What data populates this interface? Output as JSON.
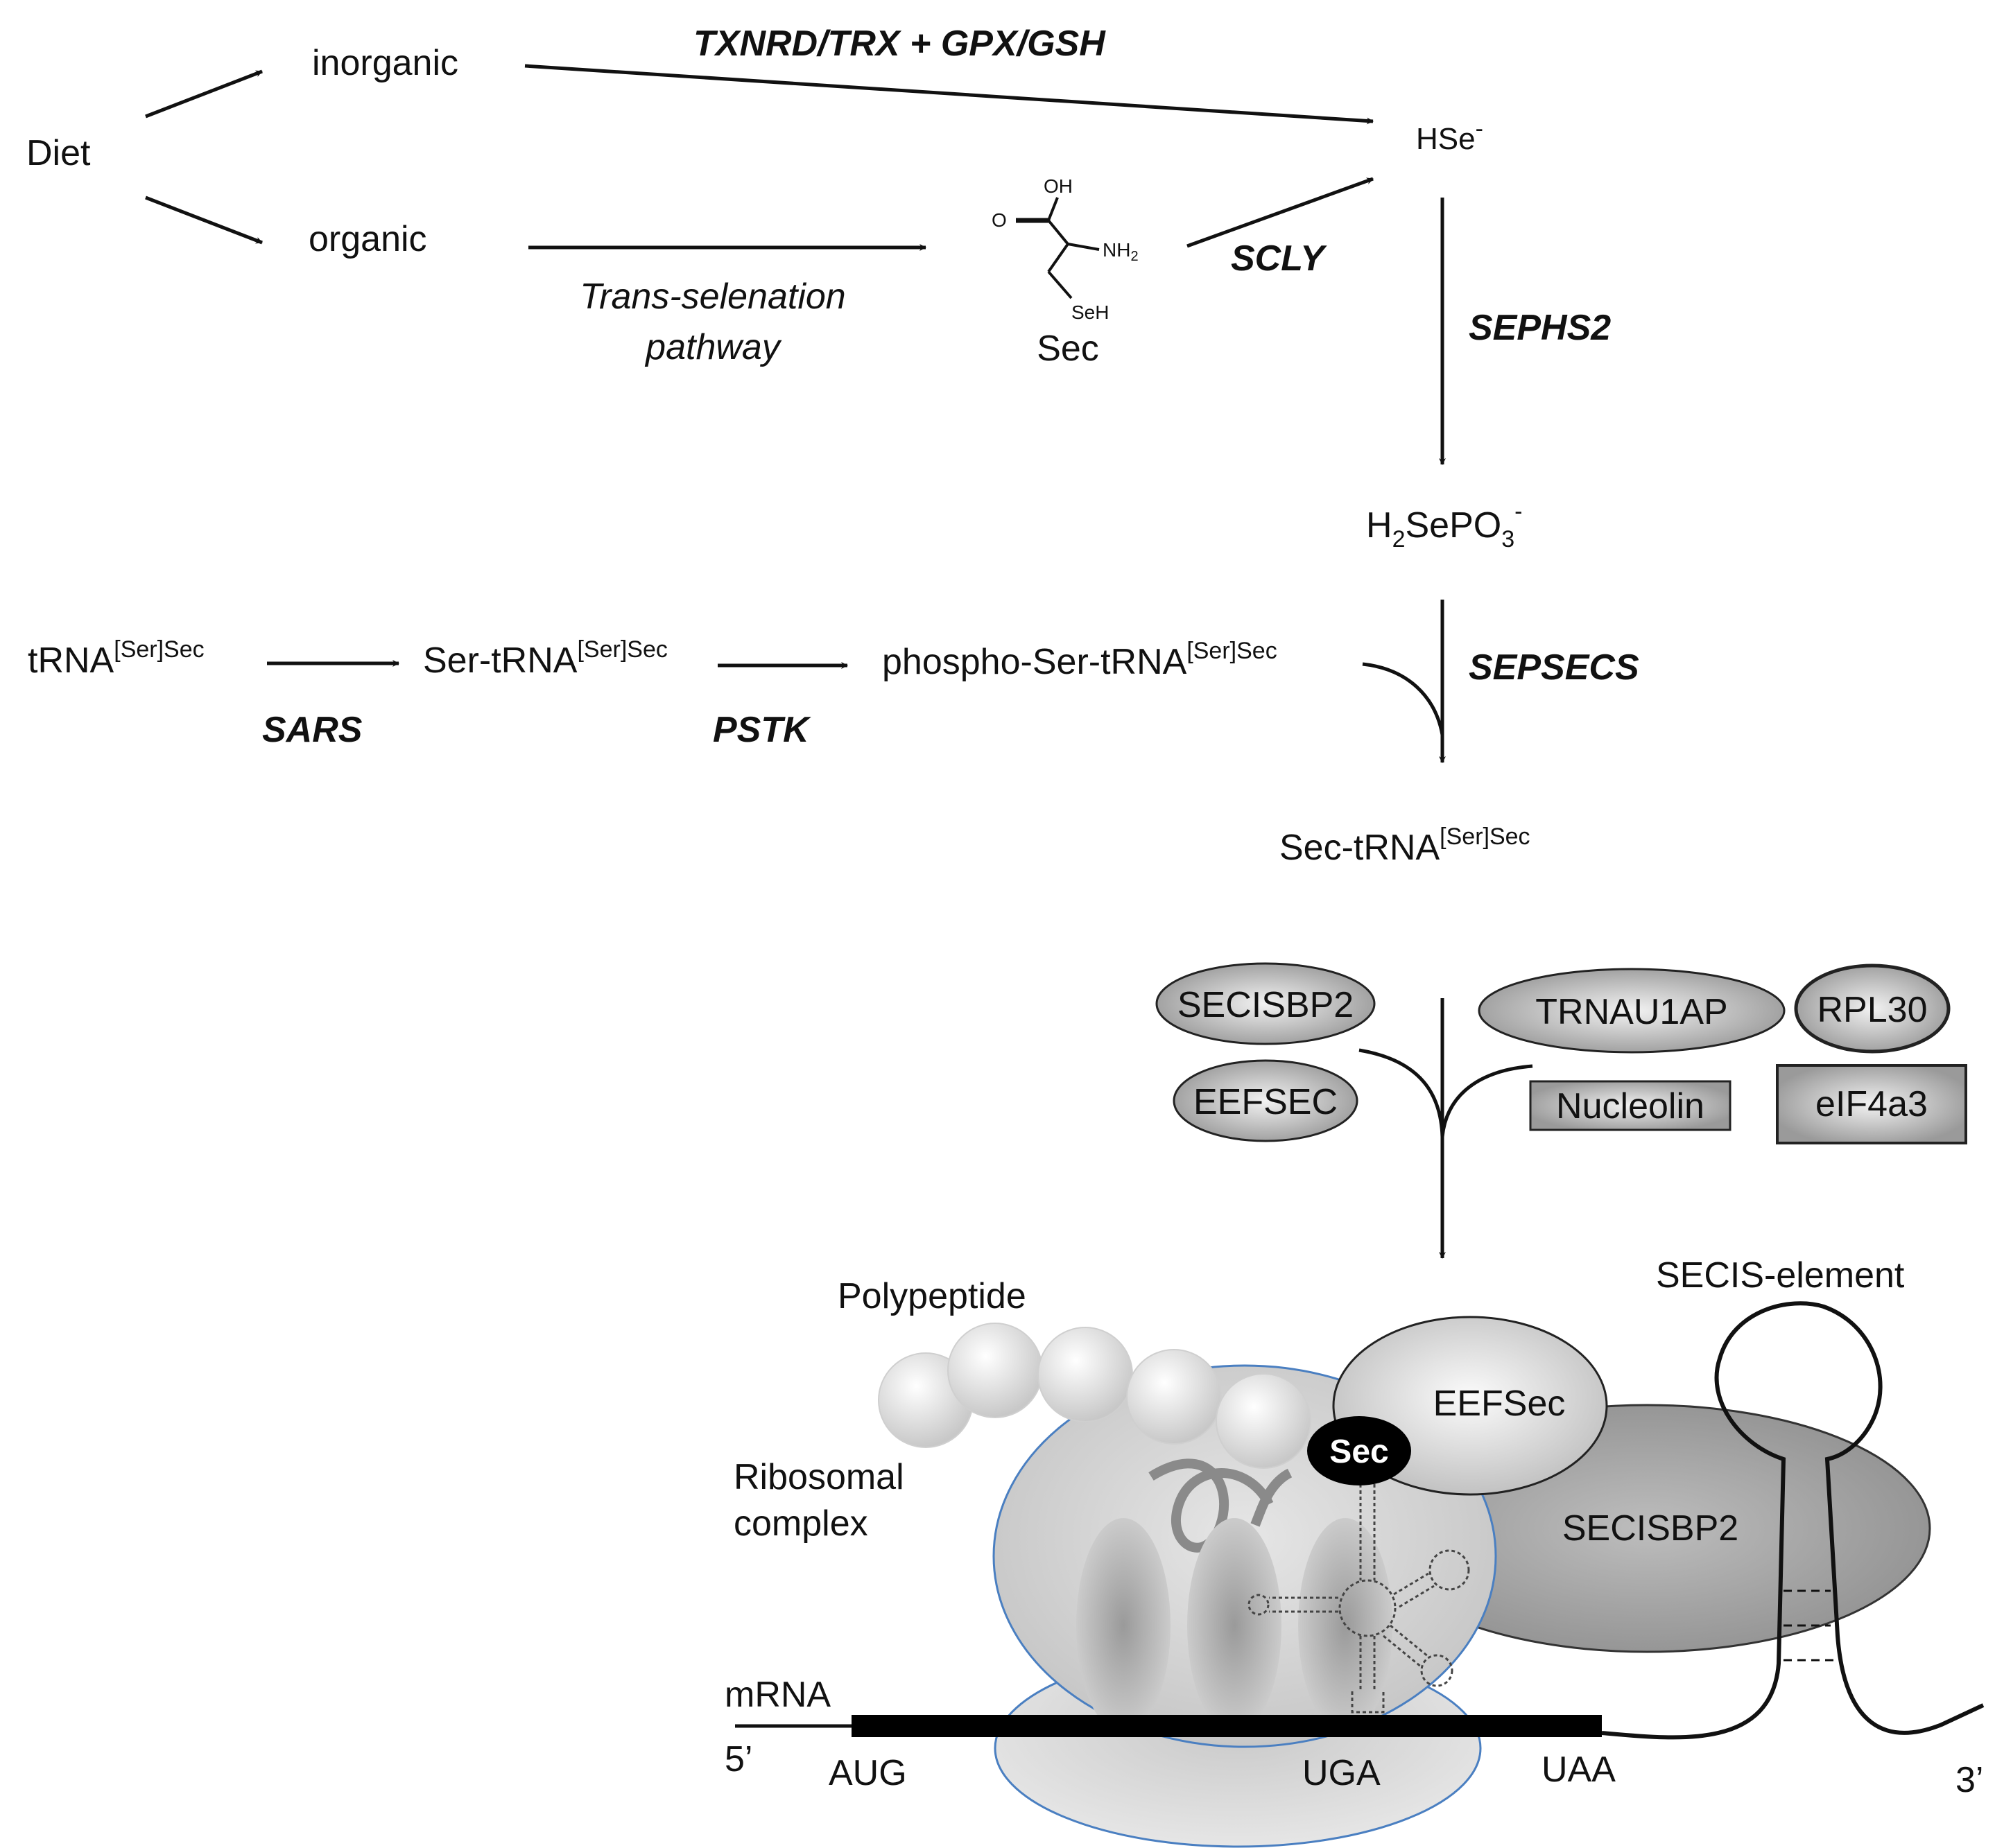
{
  "diagram": {
    "sources": {
      "diet": "Diet",
      "inorganic": "inorganic",
      "organic": "organic"
    },
    "enzymes": {
      "txnrd": "TXNRD/TRX + GPX/GSH",
      "scly": "SCLY",
      "sephs2": "SEPHS2",
      "sepsecs": "SEPSECS",
      "sars": "SARS",
      "pstk": "PSTK"
    },
    "pathway_label": [
      "Trans-selenation",
      "pathway"
    ],
    "sec_molecule": {
      "name": "Sec",
      "oh": "OH",
      "o": "O",
      "nh2": "NH",
      "nh2_sub": "2",
      "seh": "SeH"
    },
    "hse": {
      "base": "HSe",
      "sup": "-"
    },
    "h2sepo3": {
      "h": "H",
      "h_sub": "2",
      "sepo": "SePO",
      "o_sub": "3",
      "sup": "-"
    },
    "trna": {
      "base": "tRNA",
      "sup": "[Ser]Sec",
      "ser": "Ser-tRNA",
      "phospho": "phospho-Ser-tRNA",
      "sec": "Sec-tRNA"
    },
    "factors": {
      "secisbp2": "SECISBP2",
      "eefsec": "EEFSEC",
      "trnau1ap": "TRNAU1AP",
      "rpl30": "RPL30",
      "nucleolin": "Nucleolin",
      "eif4a3": "eIF4a3"
    },
    "ribosome": {
      "polypeptide": "Polypeptide",
      "ribosomal": "Ribosomal",
      "complex": "complex",
      "eefsec": "EEFSec",
      "sec": "Sec",
      "secisbp2": "SECISBP2",
      "secis_element": "SECIS-element",
      "mrna": "mRNA",
      "five_prime": "5’",
      "three_prime": "3’",
      "aug": "AUG",
      "uga": "UGA",
      "uaa": "UAA"
    }
  },
  "colors": {
    "ink": "#111111",
    "protein_fill": "#b3b3b3",
    "ribosome": "#cfcfcf",
    "ribosome_edge": "#4a7fc1",
    "sec_fill": "#000000"
  }
}
